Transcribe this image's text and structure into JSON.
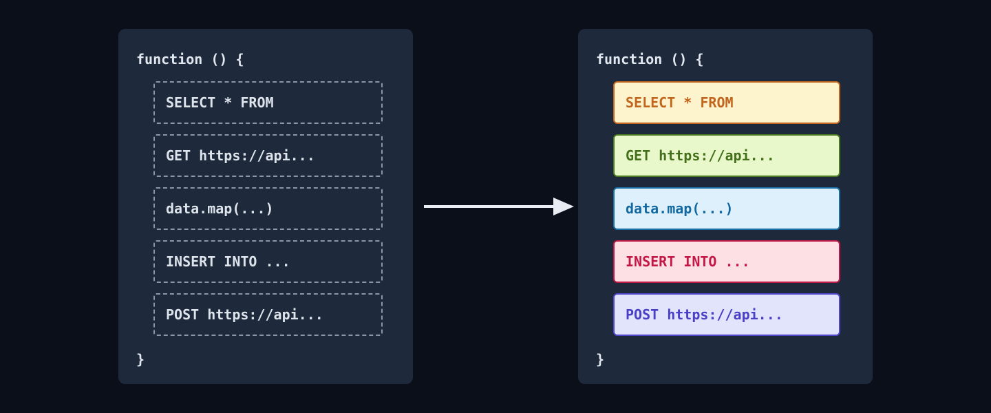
{
  "colors": {
    "page_bg": "#0a0f1a",
    "panel_bg": "#1e293b",
    "panel_text": "#e2e8f0",
    "dashed_border": "#8b96a6",
    "dashed_text": "#dde4ec",
    "arrow": "#e9ecf3"
  },
  "left_panel": {
    "header": "function () {",
    "footer": "}",
    "items": [
      {
        "label": "SELECT * FROM"
      },
      {
        "label": "GET https://api..."
      },
      {
        "label": "data.map(...)"
      },
      {
        "label": "INSERT INTO ..."
      },
      {
        "label": "POST https://api..."
      }
    ]
  },
  "right_panel": {
    "header": "function () {",
    "footer": "}",
    "items": [
      {
        "label": "SELECT * FROM",
        "bg": "#fdf3cd",
        "border": "#c2661d",
        "text": "#c2661d"
      },
      {
        "label": "GET https://api...",
        "bg": "#e9f8ca",
        "border": "#4a7a20",
        "text": "#44701c"
      },
      {
        "label": "data.map(...)",
        "bg": "#def0fc",
        "border": "#1a6fa5",
        "text": "#13689f"
      },
      {
        "label": "INSERT INTO ...",
        "bg": "#fce0e4",
        "border": "#c21747",
        "text": "#c21747"
      },
      {
        "label": "POST https://api...",
        "bg": "#e1e4fb",
        "border": "#4f46c9",
        "text": "#4a3fc6"
      }
    ]
  },
  "arrow": {
    "direction": "right"
  }
}
